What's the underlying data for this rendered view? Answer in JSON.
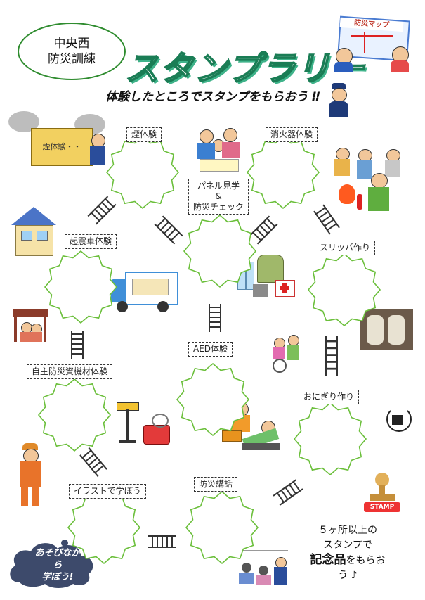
{
  "org": {
    "line1": "中央西",
    "line2": "防災訓練"
  },
  "title": "スタンプラリー",
  "subtitle": "体験したところでスタンプをもらおう ‼",
  "map_sign": "防災マップ",
  "smoke_sign": "煙体験・・",
  "stations": [
    {
      "id": "smoke",
      "label": "煙体験"
    },
    {
      "id": "extinguisher",
      "label": "消火器体験"
    },
    {
      "id": "panel",
      "label_lines": [
        "パネル見学",
        "&",
        "防災チェック"
      ]
    },
    {
      "id": "quake",
      "label": "起震車体験"
    },
    {
      "id": "slipper",
      "label": "スリッパ作り"
    },
    {
      "id": "aed",
      "label": "AED体験"
    },
    {
      "id": "equipment",
      "label": "自主防災資機材体験"
    },
    {
      "id": "onigiri",
      "label": "おにぎり作り"
    },
    {
      "id": "illust",
      "label": "イラストで学ぼう"
    },
    {
      "id": "talk",
      "label": "防災講話"
    }
  ],
  "stamp_sign": "STAMP",
  "reward": {
    "line1": "５ヶ所以上の",
    "line2": "スタンプで",
    "line3_bold": "記念品",
    "line3_rest": "をもらお",
    "line4": "う ♪"
  },
  "cloud": {
    "line1": "あそびなが",
    "line2": "ら",
    "line3": "学ぼう!"
  },
  "colors": {
    "star_outline": "#6bbf3b",
    "title_stroke": "#1a7d55",
    "org_border": "#2f8c2f",
    "ladder": "#333333"
  }
}
